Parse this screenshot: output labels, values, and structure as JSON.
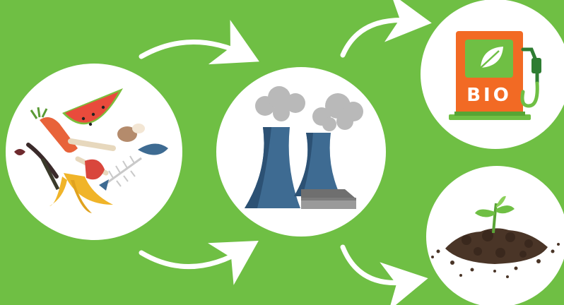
{
  "colors": {
    "background": "#6fbf44",
    "circle": "#ffffff",
    "arrow": "#ffffff",
    "tower": "#3e6b92",
    "tower_dark": "#2c5174",
    "smoke": "#b9b9b9",
    "pump_orange": "#f26a24",
    "pump_green": "#6fbf44",
    "soil": "#4a3527",
    "sprout": "#6fbf44"
  },
  "stages": [
    {
      "id": "food-waste",
      "icon": "food-waste-icon"
    },
    {
      "id": "processing-plant",
      "icon": "factory-icon"
    },
    {
      "id": "biofuel",
      "icon": "fuel-pump-icon"
    },
    {
      "id": "fertilizer",
      "icon": "soil-sprout-icon"
    }
  ],
  "pump": {
    "label": "BIO"
  }
}
